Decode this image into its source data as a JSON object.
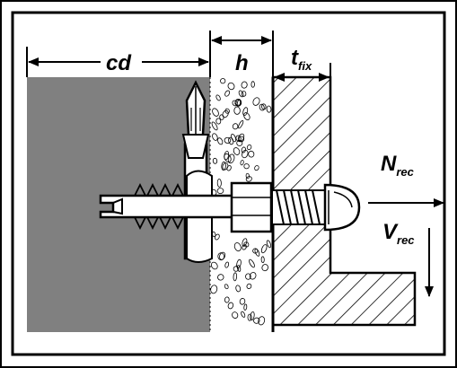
{
  "labels": {
    "cd": "cd",
    "h": "h",
    "t_main": "t",
    "t_sub": "fix",
    "n_main": "N",
    "n_sub": "rec",
    "v_main": "V",
    "v_sub": "rec"
  },
  "colors": {
    "frame": "#000000",
    "background": "#ffffff",
    "substrate": "#808080",
    "insulation": "#ffffff",
    "plate_hatch": "#000000",
    "dowel_fill": "#ffffff",
    "ink": "#000000"
  },
  "icons": {
    "speckle": "insulation-speckle-pattern",
    "hatch": "diagonal-hatch-pattern"
  }
}
